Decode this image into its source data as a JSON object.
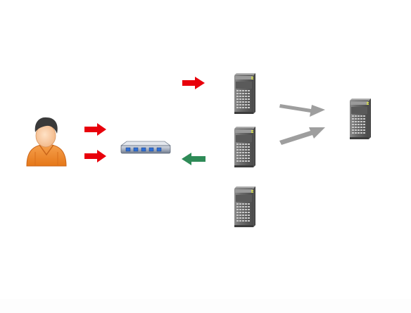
{
  "diagram": {
    "nodes": [
      {
        "id": "user",
        "icon": "user-icon"
      },
      {
        "id": "switch",
        "icon": "network-switch-icon"
      },
      {
        "id": "server-1",
        "icon": "server-icon"
      },
      {
        "id": "server-2",
        "icon": "server-icon"
      },
      {
        "id": "server-3",
        "icon": "server-icon"
      },
      {
        "id": "server-4",
        "icon": "server-icon"
      }
    ],
    "arrows": [
      {
        "id": "user-to-switch-1",
        "color": "#e8000b"
      },
      {
        "id": "user-to-switch-2",
        "color": "#e8000b"
      },
      {
        "id": "incoming-to-server-1",
        "color": "#e8000b"
      },
      {
        "id": "return-to-switch",
        "color": "#2e8b57"
      },
      {
        "id": "server-1-to-server-4",
        "color": "#9e9e9e"
      },
      {
        "id": "server-2-to-server-4",
        "color": "#9e9e9e"
      }
    ],
    "colors": {
      "request": "#e8000b",
      "response": "#2e8b57",
      "backend": "#9e9e9e",
      "user_body": "#f08a2c",
      "server_body": "#6e6e6e"
    }
  }
}
